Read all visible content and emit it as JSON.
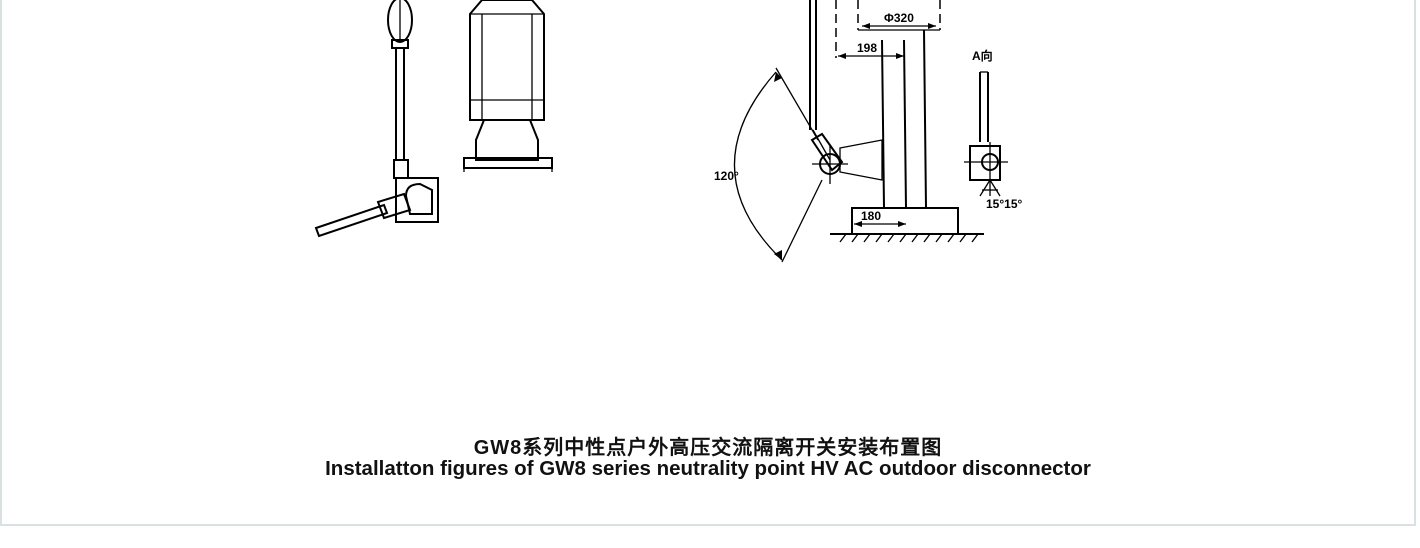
{
  "drawing": {
    "dim_diameter": "Φ320",
    "dim_198": "198",
    "dim_180": "180",
    "angle_120": "120°",
    "view_label": "A向",
    "angle_15": "15°15°"
  },
  "caption": {
    "chinese": "GW8系列中性点户外高压交流隔离开关安装布置图",
    "english": "Installatton figures of GW8 series neutrality point HV AC outdoor disconnector"
  }
}
